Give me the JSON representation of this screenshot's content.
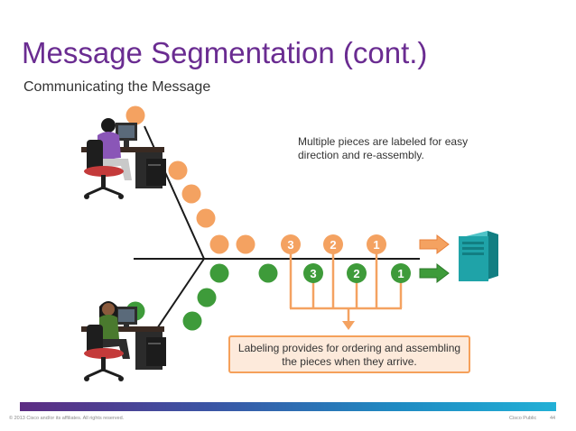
{
  "title": "Message Segmentation (cont.)",
  "subtitle": "Communicating the Message",
  "notes": {
    "top": "Multiple pieces are labeled for easy direction and re-assembly.",
    "box": "Labeling provides for ordering and assembling the pieces when they arrive."
  },
  "segments": {
    "orange_labels": [
      "3",
      "2",
      "1"
    ],
    "green_labels": [
      "3",
      "2",
      "1"
    ]
  },
  "footer": {
    "copyright": "© 2013 Cisco and/or its affiliates. All rights reserved.",
    "classification": "Cisco Public",
    "page": "44"
  },
  "colors": {
    "title": "#6a2c91",
    "orange": "#f4a261",
    "orange_dark": "#e8803a",
    "green": "#3e9b3a",
    "server": "#1fa3a8"
  }
}
